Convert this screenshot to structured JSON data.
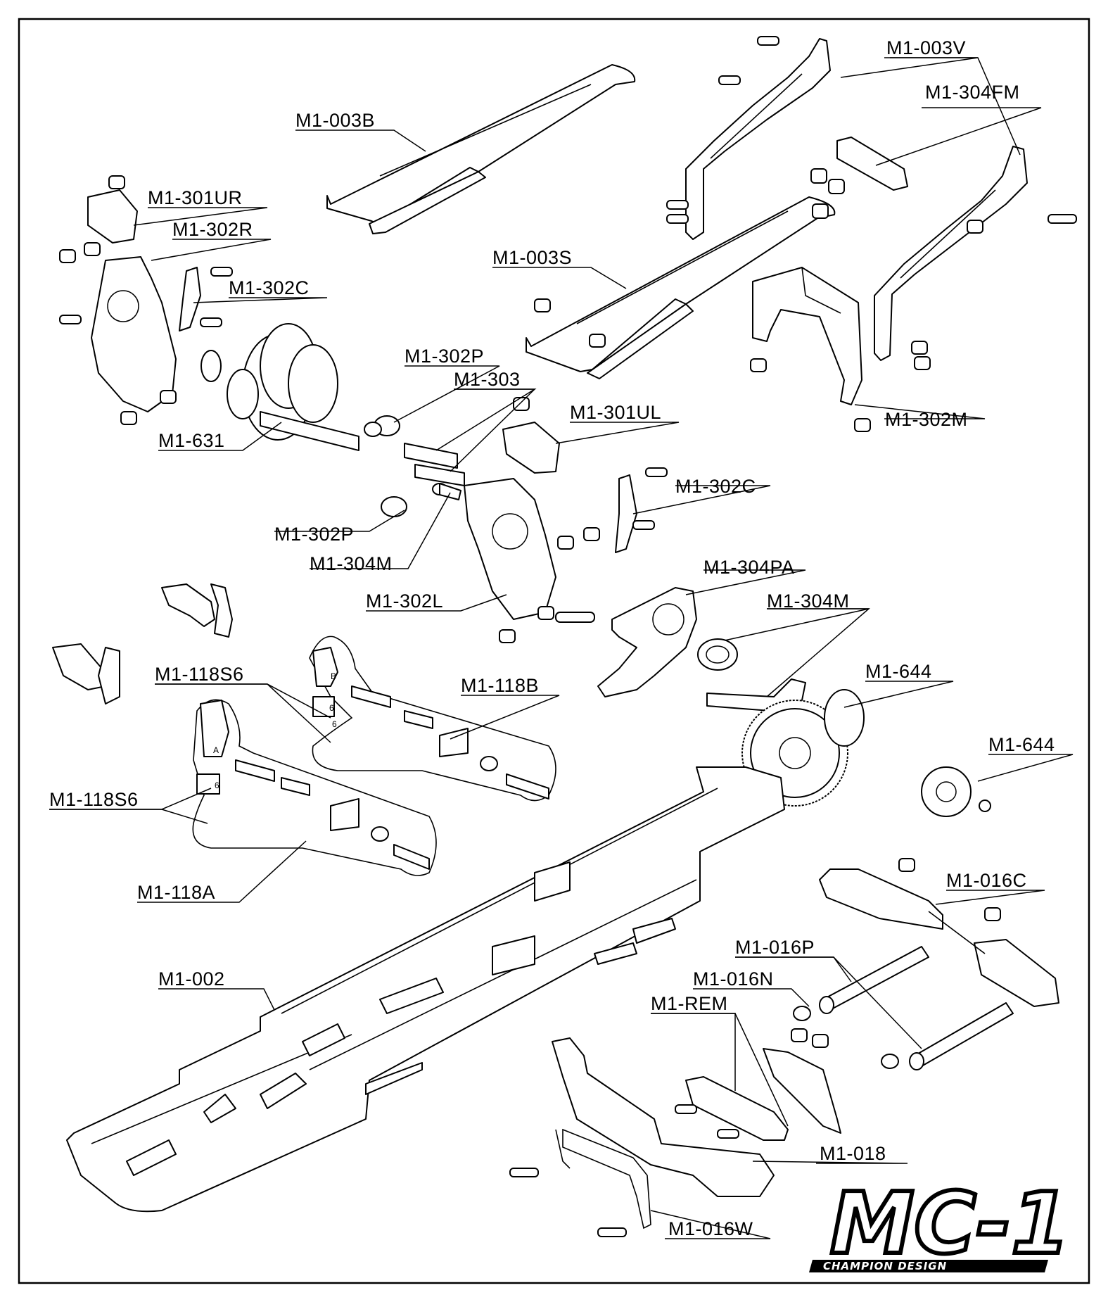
{
  "labels": [
    {
      "id": "m1-003b",
      "text": "M1-003B"
    },
    {
      "id": "m1-003v",
      "text": "M1-003V"
    },
    {
      "id": "m1-304fm",
      "text": "M1-304FM"
    },
    {
      "id": "m1-301ur",
      "text": "M1-301UR"
    },
    {
      "id": "m1-302r",
      "text": "M1-302R"
    },
    {
      "id": "m1-302c-top",
      "text": "M1-302C"
    },
    {
      "id": "m1-003s",
      "text": "M1-003S"
    },
    {
      "id": "m1-302p-top",
      "text": "M1-302P"
    },
    {
      "id": "m1-303",
      "text": "M1-303"
    },
    {
      "id": "m1-301ul",
      "text": "M1-301UL"
    },
    {
      "id": "m1-302m",
      "text": "M1-302M"
    },
    {
      "id": "m1-631",
      "text": "M1-631"
    },
    {
      "id": "m1-302c-mid",
      "text": "M1-302C"
    },
    {
      "id": "m1-302p-bottom",
      "text": "M1-302P"
    },
    {
      "id": "m1-304m-left",
      "text": "M1-304M"
    },
    {
      "id": "m1-304pa",
      "text": "M1-304PA"
    },
    {
      "id": "m1-302l",
      "text": "M1-302L"
    },
    {
      "id": "m1-304m-right",
      "text": "M1-304M"
    },
    {
      "id": "m1-118s6-top",
      "text": "M1-118S6"
    },
    {
      "id": "m1-118b",
      "text": "M1-118B"
    },
    {
      "id": "m1-644-top",
      "text": "M1-644"
    },
    {
      "id": "m1-644-bottom",
      "text": "M1-644"
    },
    {
      "id": "m1-118s6-bottom",
      "text": "M1-118S6"
    },
    {
      "id": "m1-118a",
      "text": "M1-118A"
    },
    {
      "id": "m1-016c",
      "text": "M1-016C"
    },
    {
      "id": "m1-016p",
      "text": "M1-016P"
    },
    {
      "id": "m1-002",
      "text": "M1-002"
    },
    {
      "id": "m1-016n",
      "text": "M1-016N"
    },
    {
      "id": "m1-rem",
      "text": "M1-REM"
    },
    {
      "id": "m1-018",
      "text": "M1-018"
    },
    {
      "id": "m1-016w",
      "text": "M1-016W"
    }
  ],
  "block_marks": {
    "top": "6",
    "left": "A",
    "bottom_a": "6",
    "bottom_b": "6",
    "bottom_c": "B"
  },
  "logo": {
    "main": "MC-1",
    "sub": "CHAMPION DESIGN"
  }
}
